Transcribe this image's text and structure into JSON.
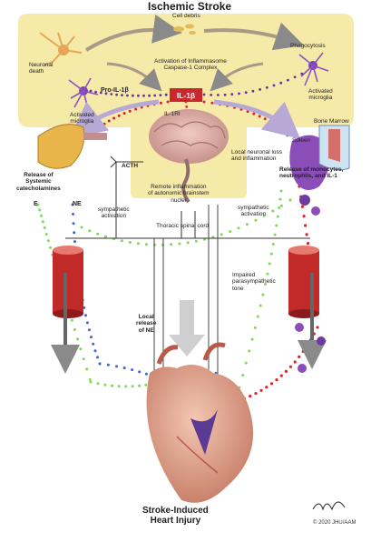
{
  "header": {
    "title": "Ischemic Stroke"
  },
  "nodes": {
    "cell_debris": "Cell debris",
    "neuronal_death": [
      "Neuronal",
      "death"
    ],
    "pro_il1b": "Pro-IL-1β",
    "activated_microglia_left": [
      "Activated",
      "microglia"
    ],
    "inflammasome": [
      "Activation of Inflammasome",
      "Caspase-1 Complex"
    ],
    "phagocytosis": "Phagocytosis",
    "activated_microglia_right": [
      "Activated",
      "microglia"
    ],
    "il1b_box": "IL-1β",
    "il1ri": "IL-1RI",
    "bone_marrow": "Bone Marrow",
    "spleen": "Spleen",
    "local_neuronal_loss": [
      "Local neuronal loss",
      "and inflammation"
    ],
    "acth": "ACTH",
    "release_catecholamines": [
      "Release of",
      "Systemic",
      "catecholamines"
    ],
    "e_label": "E",
    "ne_label": "NE",
    "remote_inflammation": [
      "Remote inflammation",
      "of autonomic brainstem",
      "nuclei"
    ],
    "release_monocytes": [
      "Release of monocytes,",
      "neutrophils, and IL-1"
    ],
    "sympathetic_left": [
      "sympathetic",
      "activation"
    ],
    "sympathetic_right": [
      "sympathetic",
      "activation"
    ],
    "thoracic_spinal_cord": "Thoracic spinal cord",
    "impaired_parasympathetic": [
      "Impaired",
      "parasympathetic",
      "tone"
    ],
    "local_release_ne": [
      "Local",
      "release",
      "of NE"
    ],
    "outcome": [
      "Stroke-Induced",
      "Heart Injury"
    ],
    "copyright": "© 2020 JHU/AAM"
  },
  "colors": {
    "brain_zone": "#f6eaa8",
    "il1b_red": "#c8272d",
    "dot_red": "#d6262b",
    "dot_purple": "#6a2da0",
    "dot_blue": "#3f63c9",
    "dot_green": "#7ed957",
    "vessel_red": "#c22a2a",
    "heart": "#d9a08a",
    "arrow_gray": "#a9a9a9",
    "arrow_lilac": "#b7a8d6"
  },
  "icons": [
    "neuron-icon",
    "microglia-icon",
    "debris-icon",
    "brain-icon",
    "adrenal-gland-icon",
    "spleen-icon",
    "bone-marrow-icon",
    "blood-vessel-icon",
    "heart-icon",
    "signature-icon"
  ]
}
